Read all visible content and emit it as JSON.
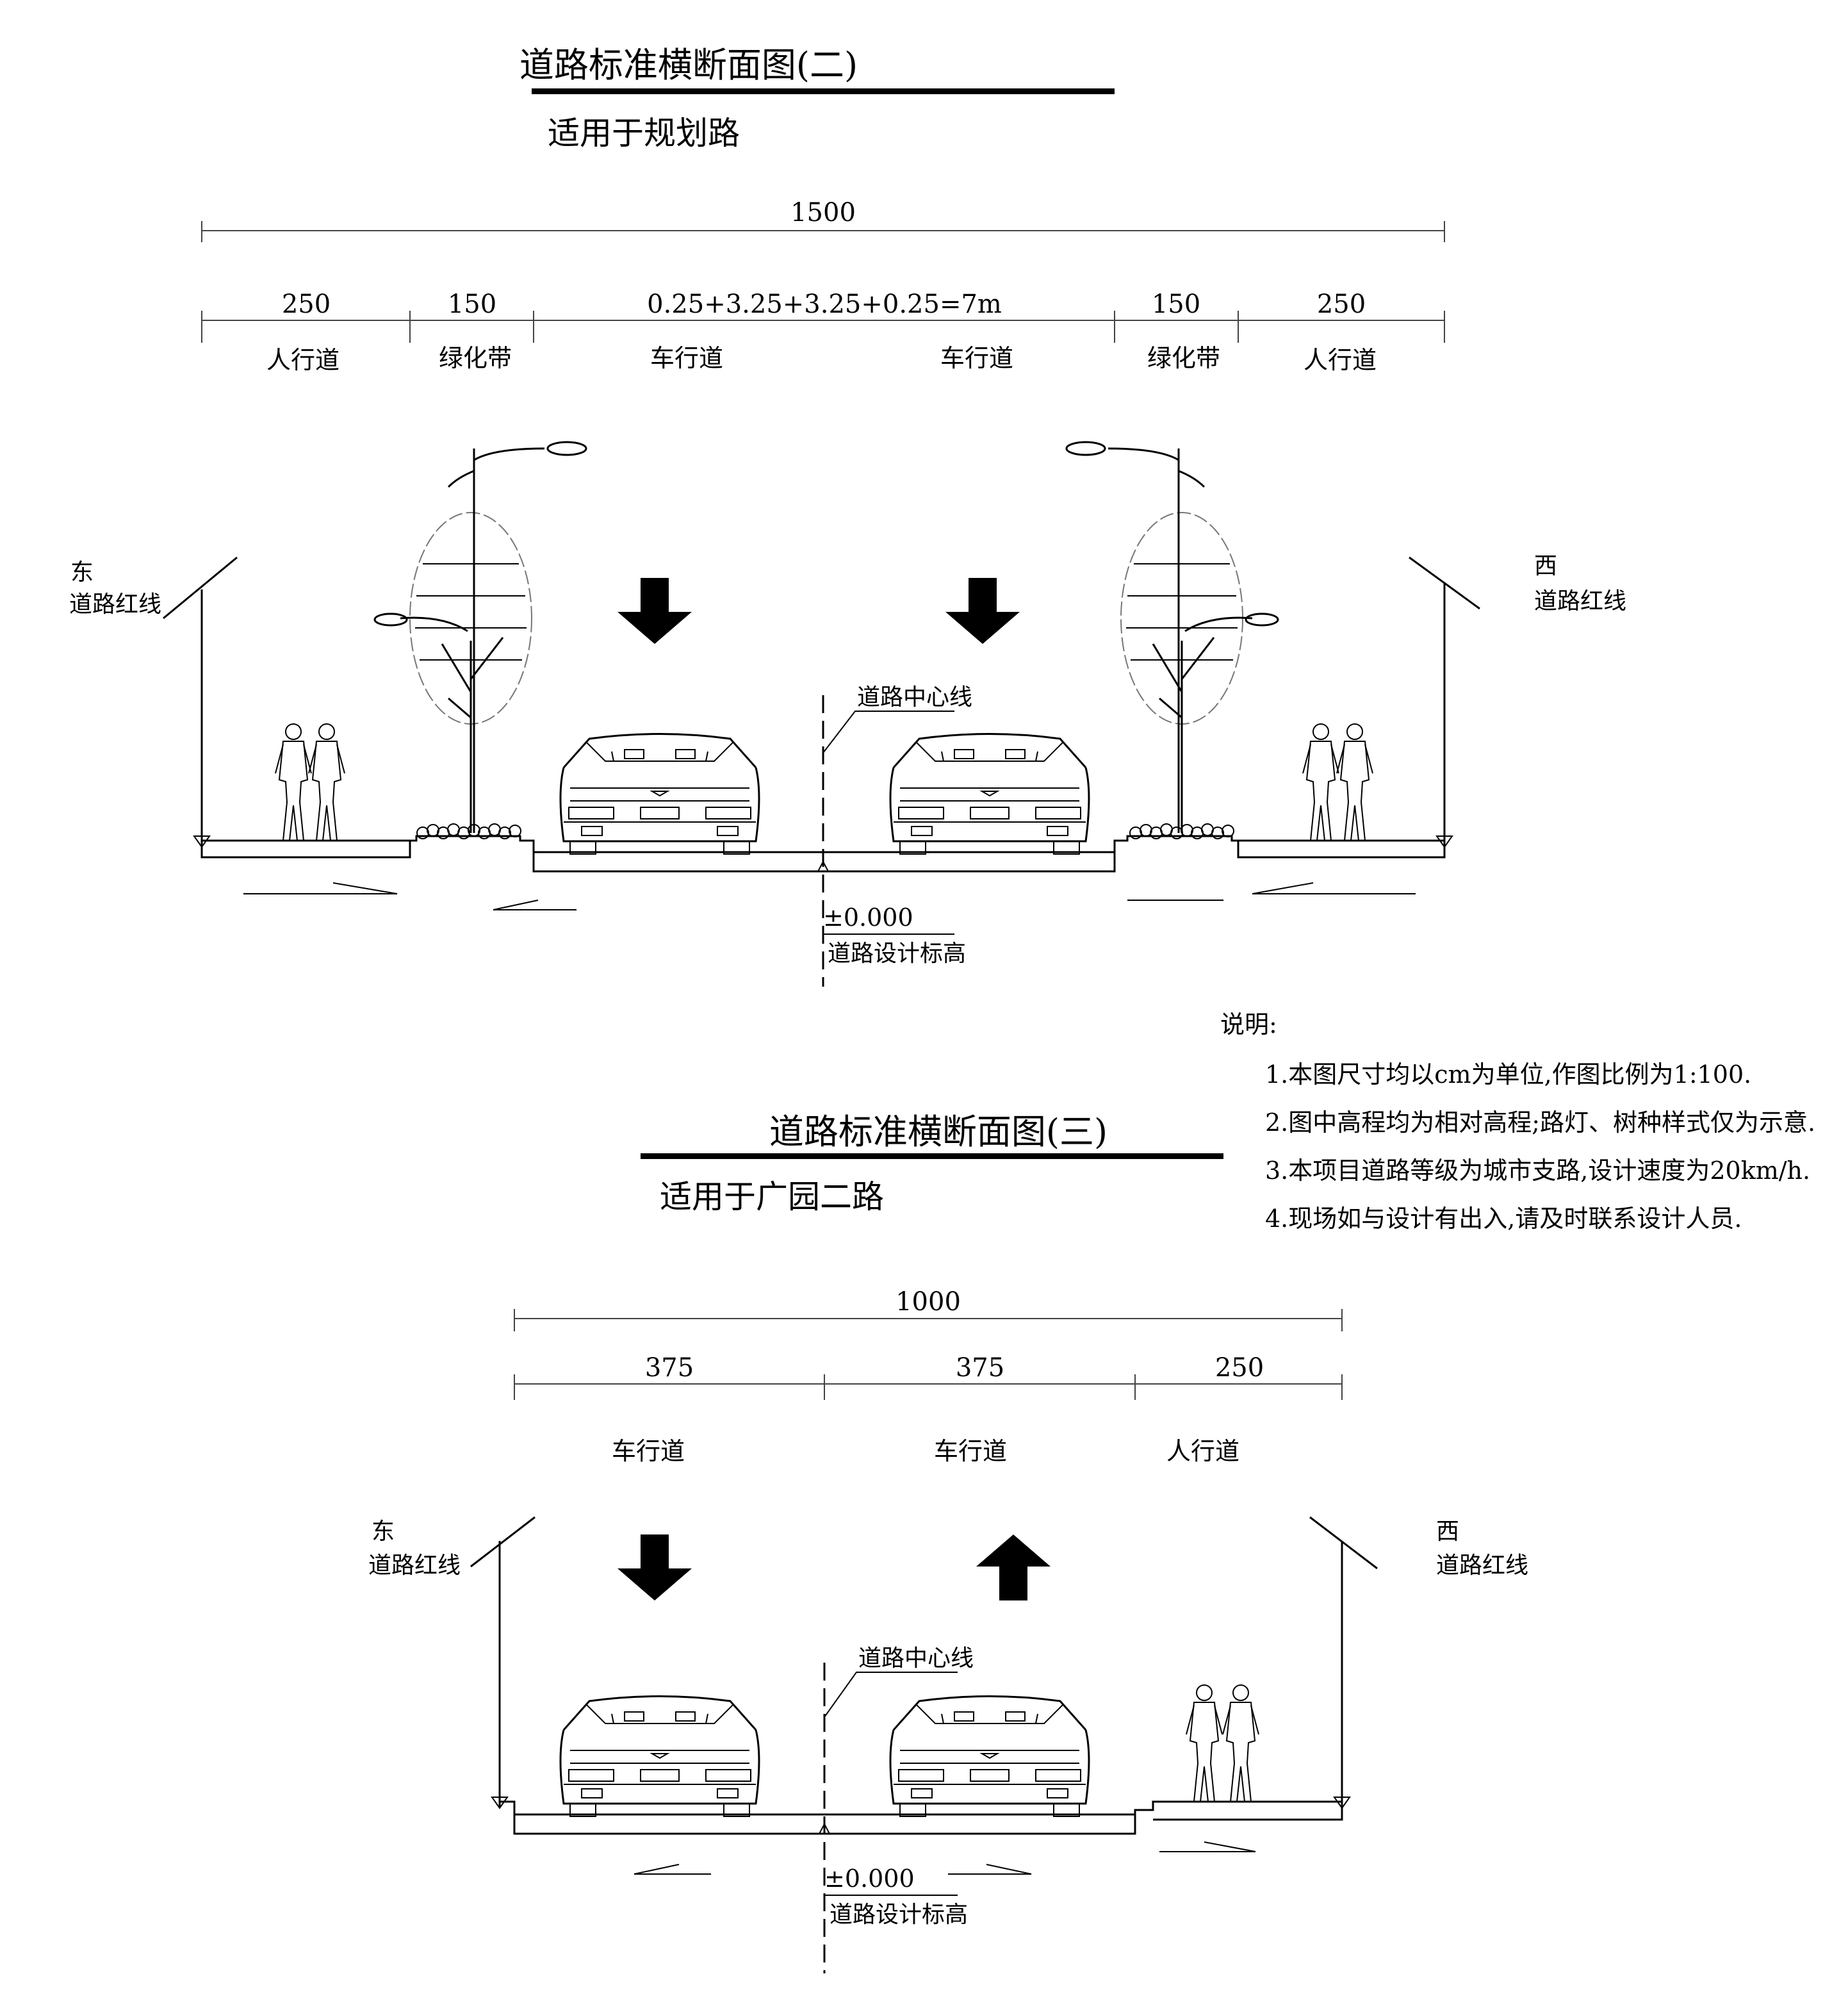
{
  "section2": {
    "title": "道路标准横断面图(二)",
    "applies": "适用于规划路",
    "total": "1500",
    "dims": [
      "250",
      "150",
      "0.25+3.25+3.25+0.25=7m",
      "150",
      "250"
    ],
    "zones": [
      "人行道",
      "绿化带",
      "车行道",
      "车行道",
      "绿化带",
      "人行道"
    ],
    "east": "东",
    "west": "西",
    "redline": "道路红线",
    "centerline": "道路中心线",
    "elevation": "±0.000",
    "elevation_label": "道路设计标高"
  },
  "section3": {
    "title": "道路标准横断面图(三)",
    "applies": "适用于广园二路",
    "total": "1000",
    "dims": [
      "375",
      "375",
      "250"
    ],
    "zones": [
      "车行道",
      "车行道",
      "人行道"
    ],
    "east": "东",
    "west": "西",
    "redline": "道路红线",
    "centerline": "道路中心线",
    "elevation": "±0.000",
    "elevation_label": "道路设计标高"
  },
  "notes": {
    "heading": "说明:",
    "items": [
      "1.本图尺寸均以cm为单位,作图比例为1:100.",
      "2.图中高程均为相对高程;路灯、树种样式仅为示意.",
      "3.本项目道路等级为城市支路,设计速度为20km/h.",
      "4.现场如与设计有出入,请及时联系设计人员."
    ]
  }
}
